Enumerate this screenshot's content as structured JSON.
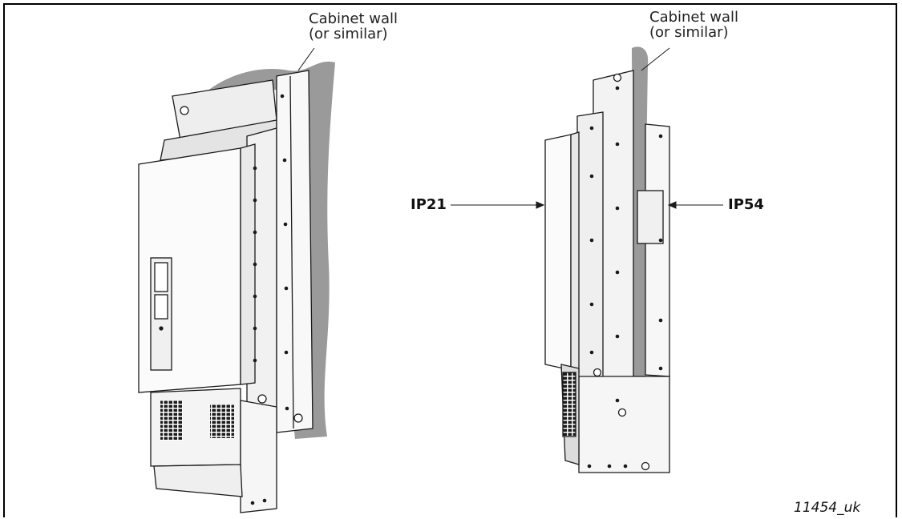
{
  "labels": {
    "left_wall_line1": "Cabinet wall",
    "left_wall_line2": "(or similar)",
    "right_wall_line1": "Cabinet wall",
    "right_wall_line2": "(or similar)",
    "ip21": "IP21",
    "ip54": "IP54",
    "figure_id": "11454_uk"
  },
  "colors": {
    "wall": "#9a9a9a",
    "outline": "#1a1a1a",
    "panel": "#f4f4f4"
  }
}
